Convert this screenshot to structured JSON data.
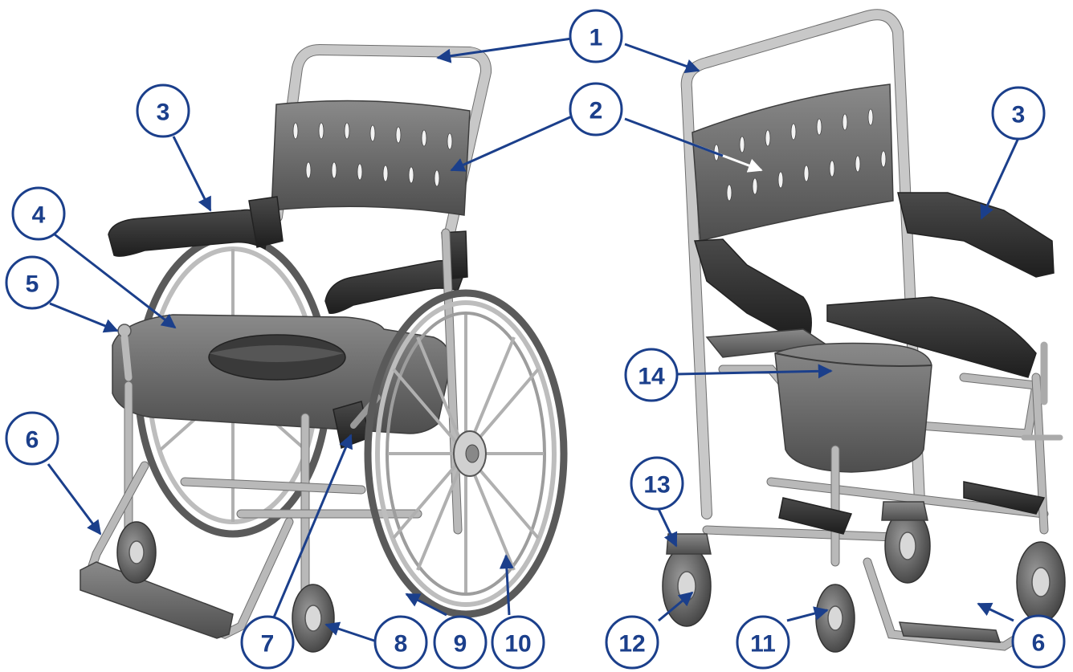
{
  "callouts": [
    {
      "id": "c1a",
      "label": "1"
    },
    {
      "id": "c1b",
      "label": "1"
    },
    {
      "id": "c2a",
      "label": "2"
    },
    {
      "id": "c2b",
      "label": "2"
    },
    {
      "id": "c3a",
      "label": "3"
    },
    {
      "id": "c3b",
      "label": "3"
    },
    {
      "id": "c4",
      "label": "4"
    },
    {
      "id": "c5",
      "label": "5"
    },
    {
      "id": "c6a",
      "label": "6"
    },
    {
      "id": "c6b",
      "label": "6"
    },
    {
      "id": "c7",
      "label": "7"
    },
    {
      "id": "c8",
      "label": "8"
    },
    {
      "id": "c9",
      "label": "9"
    },
    {
      "id": "c10",
      "label": "10"
    },
    {
      "id": "c11",
      "label": "11"
    },
    {
      "id": "c12",
      "label": "12"
    },
    {
      "id": "c13",
      "label": "13"
    },
    {
      "id": "c14",
      "label": "14"
    }
  ],
  "colors": {
    "callout": "#1b3f8b",
    "frame": "#c8c8c8",
    "plastic": "#6f6f6f"
  }
}
